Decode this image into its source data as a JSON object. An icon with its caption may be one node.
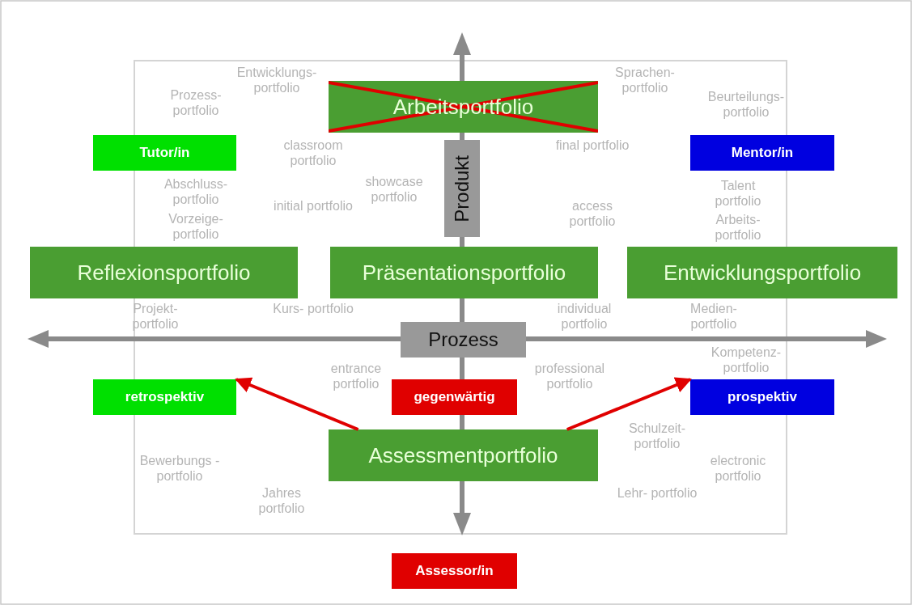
{
  "diagram": {
    "nodes": [
      {
        "text": [
          "Arbeitsportfolio"
        ]
      },
      {
        "text": [
          "Tutor/in"
        ]
      },
      {
        "text": [
          "Mentor/in"
        ]
      },
      {
        "text": [
          "Produkt"
        ]
      },
      {
        "text": [
          "Reflexionsportfolio"
        ]
      },
      {
        "text": [
          "Präsentationsportfolio"
        ]
      },
      {
        "text": [
          "Entwicklungsportfolio"
        ]
      },
      {
        "text": [
          "Prozess"
        ]
      },
      {
        "text": [
          "retrospektiv"
        ]
      },
      {
        "text": [
          "gegenwärtig"
        ]
      },
      {
        "text": [
          "prospektiv"
        ]
      },
      {
        "text": [
          "Assessmentportfolio"
        ]
      },
      {
        "text": [
          "Assessor/in"
        ]
      }
    ],
    "edges": [
      {
        "from": 11,
        "to": 8,
        "arrow": "to",
        "color": "#e00000"
      },
      {
        "from": 11,
        "to": 10,
        "arrow": "to",
        "color": "#e00000"
      }
    ],
    "labels": [
      "Entwicklungs- portfolio",
      "Sprachen- portfolio",
      "Prozess- portfolio",
      "Beurteilungs- portfolio",
      "classroom portfolio",
      "final portfolio",
      "Abschluss- portfolio",
      "showcase portfolio",
      "Talent portfolio",
      "initial portfolio",
      "access portfolio",
      "Vorzeige- portfolio",
      "Arbeits- portfolio",
      "Projekt- portfolio",
      "Kurs- portfolio",
      "individual portfolio",
      "Medien- portfolio",
      "entrance portfolio",
      "professional portfolio",
      "Kompetenz- portfolio",
      "Schulzeit- portfolio",
      "Bewerbungs -portfolio",
      "electronic portfolio",
      "Jahres portfolio",
      "Lehr- portfolio"
    ]
  }
}
